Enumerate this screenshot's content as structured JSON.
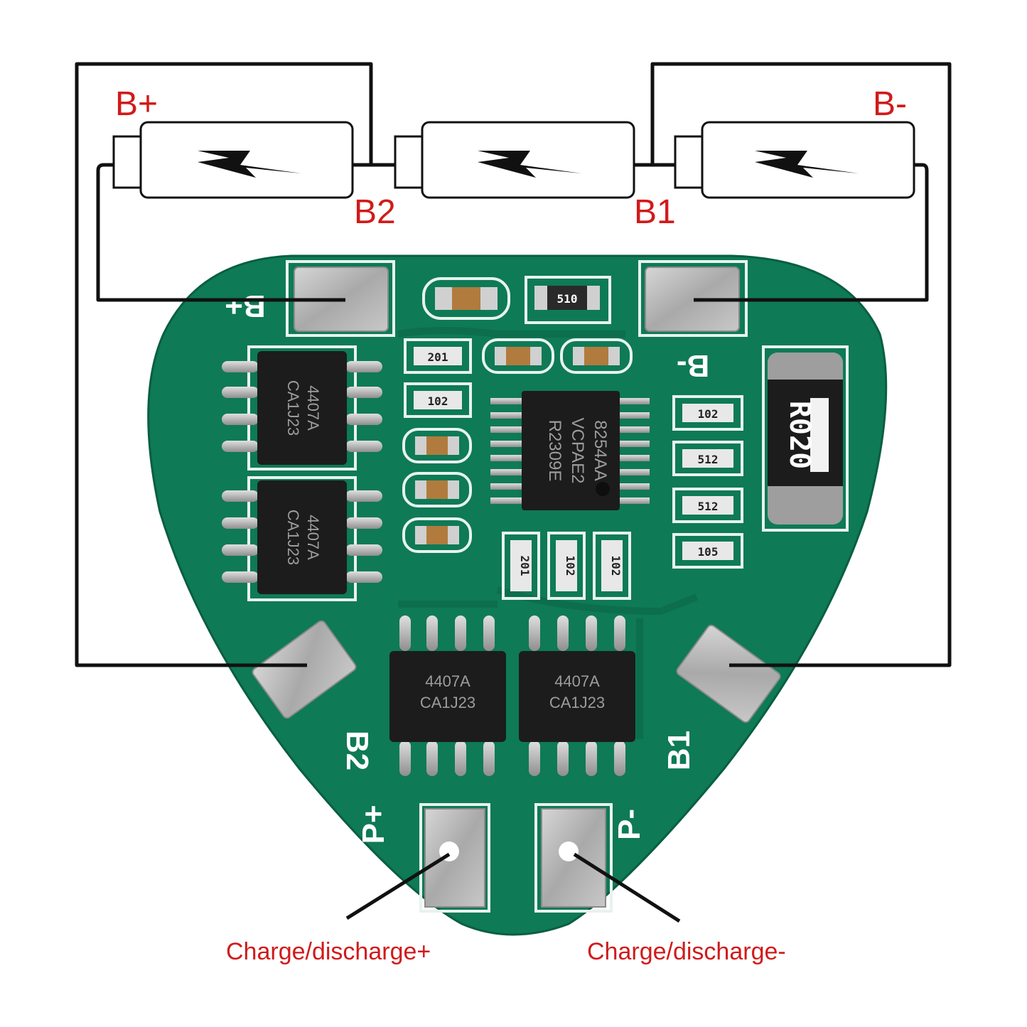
{
  "colors": {
    "pcb_green": "#0e7a56",
    "pcb_dark": "#0a6246",
    "silkscreen": "#ffffff",
    "label_red": "#d11a1a",
    "wire": "#111111",
    "pad_silver": "#b8b8b8",
    "chip_black": "#1c1c1c"
  },
  "battery_labels": {
    "b_plus": "B+",
    "b2": "B2",
    "b1": "B1",
    "b_minus": "B-"
  },
  "board_silkscreen": {
    "b_plus": "B+",
    "b_minus": "B-",
    "b2": "B2",
    "b1": "B1",
    "p_plus": "P+",
    "p_minus": "P-"
  },
  "mosfets": [
    {
      "line1": "4407A",
      "line2": "CA1J23"
    },
    {
      "line1": "4407A",
      "line2": "CA1J23"
    },
    {
      "line1": "4407A",
      "line2": "CA1J23"
    },
    {
      "line1": "4407A",
      "line2": "CA1J23"
    }
  ],
  "controller_ic": {
    "line1": "8254AA",
    "line2": "VCPAE2",
    "line3": "R2309E"
  },
  "resistor_codes": {
    "top_center": "510",
    "left_1": "201",
    "left_2": "102",
    "right_1": "102",
    "right_2": "512",
    "right_3": "512",
    "right_4": "105",
    "bottom_1": "201",
    "bottom_2": "102",
    "bottom_3": "102"
  },
  "shunt_resistor": "R020",
  "callouts": {
    "charge_plus": "Charge/discharge+",
    "charge_minus": "Charge/discharge-"
  }
}
